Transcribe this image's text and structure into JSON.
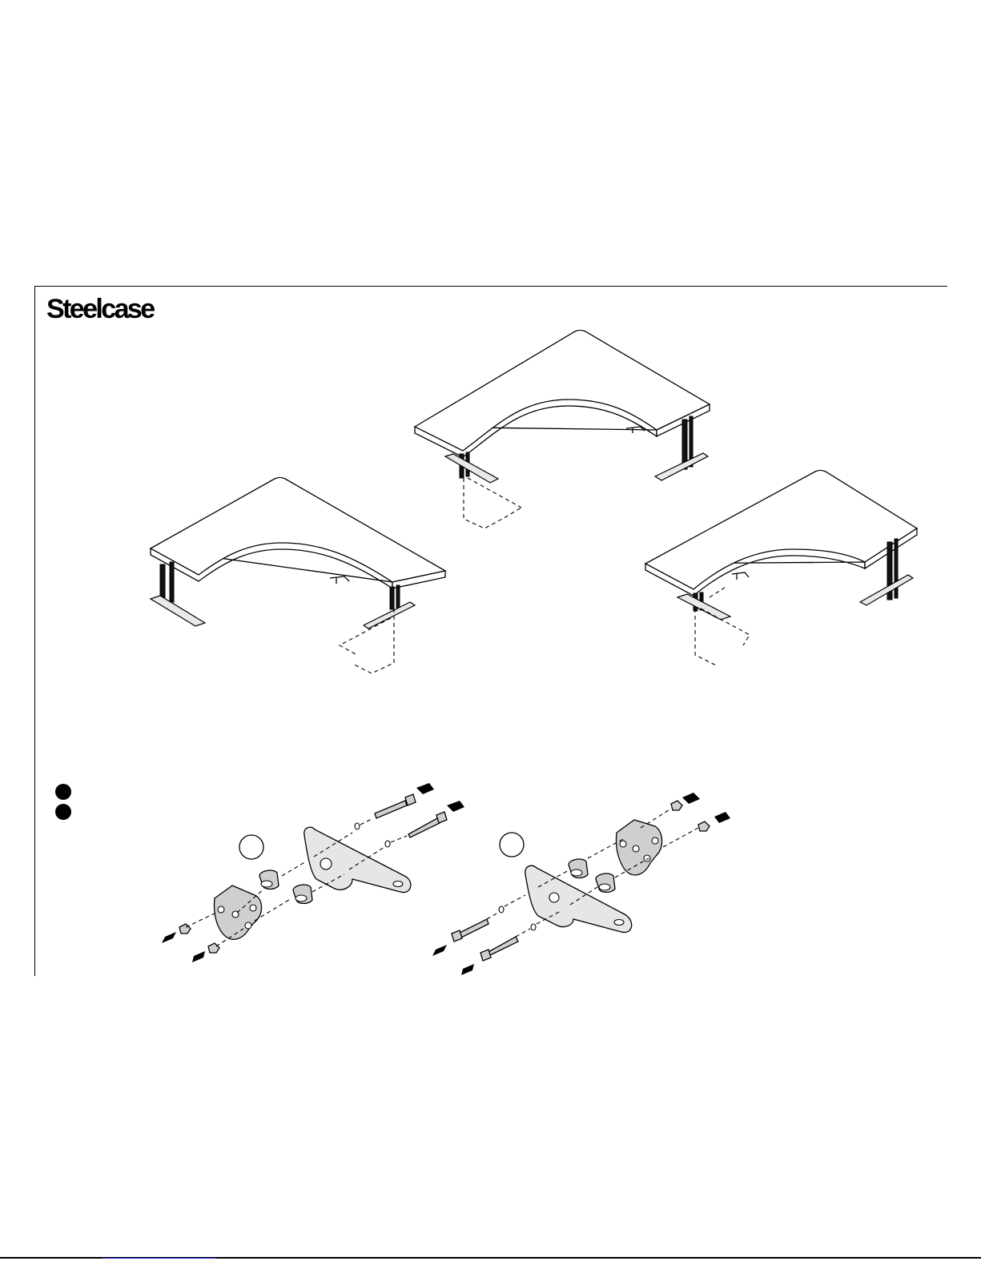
{
  "brand": {
    "logo_text": "Steelcase"
  },
  "figures": {
    "desks": [
      {
        "id": "desk-left"
      },
      {
        "id": "desk-center"
      },
      {
        "id": "desk-right"
      }
    ],
    "hardware_steps": [
      {
        "id": "step-a"
      },
      {
        "id": "step-b"
      }
    ]
  }
}
